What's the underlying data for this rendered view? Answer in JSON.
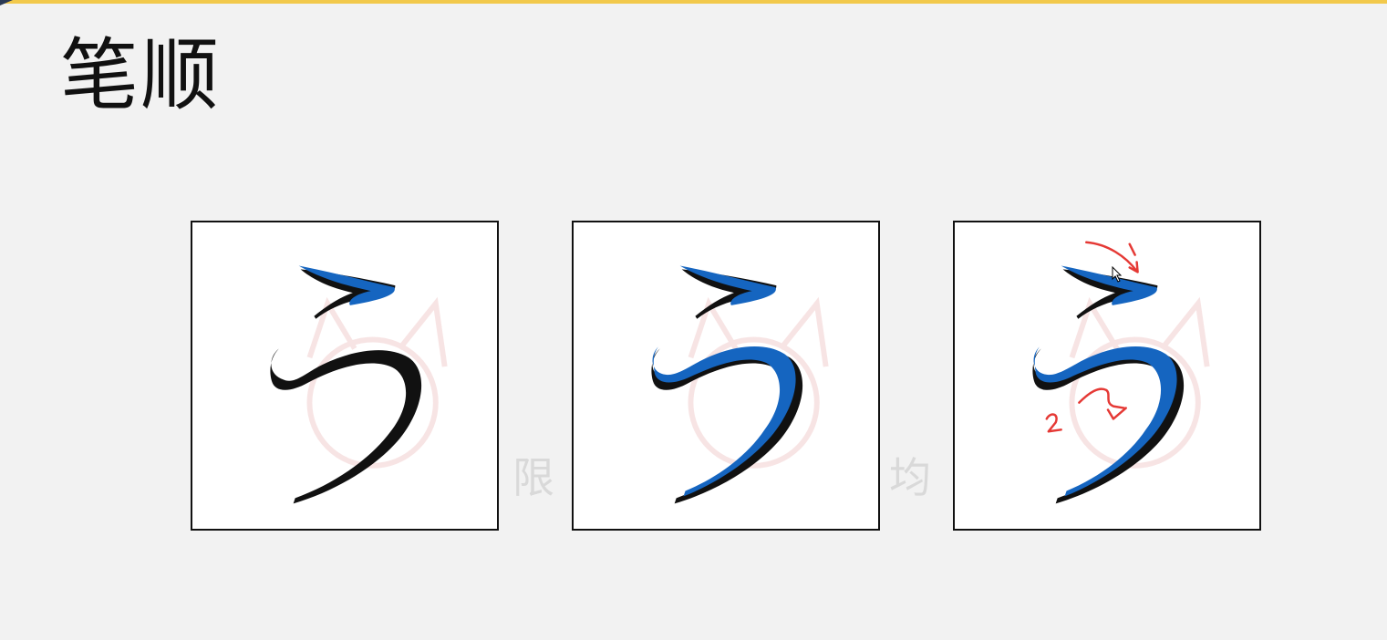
{
  "title": "笔顺",
  "watermark": {
    "char_left": "限",
    "char_right": "均"
  },
  "panels": [
    {
      "id": "stroke-order-step-1",
      "strokes_highlighted": 1
    },
    {
      "id": "stroke-order-step-2",
      "strokes_highlighted": 2
    },
    {
      "id": "stroke-order-annotated",
      "strokes_highlighted": 2,
      "annotations": [
        "1",
        "2"
      ]
    }
  ],
  "colors": {
    "background": "#f2f2f2",
    "accent_bar": "#f2c94c",
    "stroke_black": "#111111",
    "stroke_blue": "#1565c0",
    "annotation_red": "#e53935"
  }
}
